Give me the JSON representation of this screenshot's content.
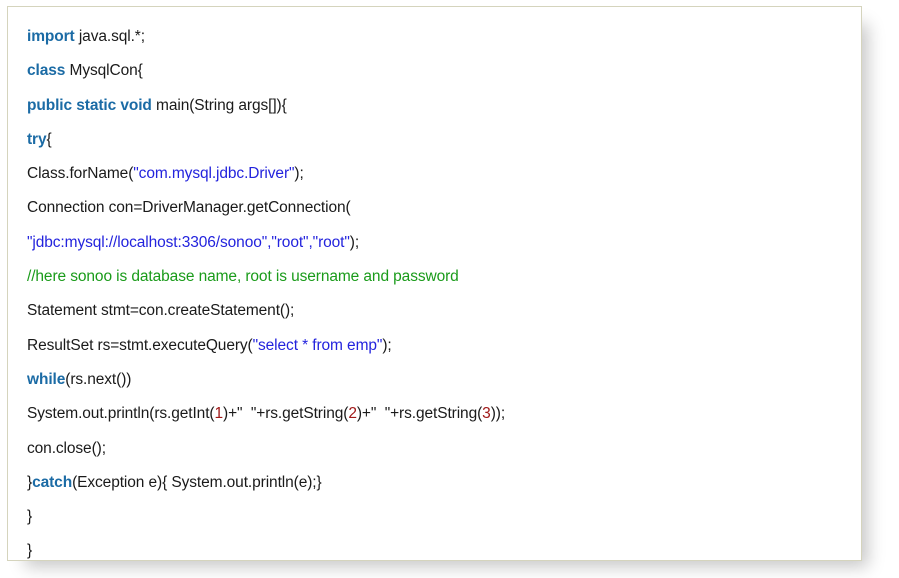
{
  "document": {
    "kind": "code-snippet",
    "language": "Java",
    "colors": {
      "background": "#ffffff",
      "border": "#d5d4bd",
      "keyword": "#1b6ba5",
      "string": "#2323dd",
      "comment": "#1a9b1a",
      "number": "#a01818",
      "text": "#1a1a1a"
    },
    "lines": [
      {
        "id": "line-1",
        "tokens": [
          {
            "t": "kw",
            "v": "import"
          },
          {
            "t": "plain",
            "v": " java.sql.*;"
          }
        ]
      },
      {
        "id": "line-2",
        "tokens": [
          {
            "t": "kw",
            "v": "class"
          },
          {
            "t": "plain",
            "v": " MysqlCon{"
          }
        ]
      },
      {
        "id": "line-3",
        "tokens": [
          {
            "t": "kw",
            "v": "public static void"
          },
          {
            "t": "plain",
            "v": " main(String args[]){"
          }
        ]
      },
      {
        "id": "line-4",
        "tokens": [
          {
            "t": "kw",
            "v": "try"
          },
          {
            "t": "plain",
            "v": "{"
          }
        ]
      },
      {
        "id": "line-5",
        "tokens": [
          {
            "t": "plain",
            "v": "Class.forName("
          },
          {
            "t": "str",
            "v": "\"com.mysql.jdbc.Driver\""
          },
          {
            "t": "plain",
            "v": ");"
          }
        ]
      },
      {
        "id": "line-6",
        "tokens": [
          {
            "t": "plain",
            "v": "Connection con=DriverManager.getConnection("
          }
        ]
      },
      {
        "id": "line-7",
        "tokens": [
          {
            "t": "str",
            "v": "\"jdbc:mysql://localhost:3306/sonoo\",\"root\",\"root\""
          },
          {
            "t": "plain",
            "v": ");"
          }
        ]
      },
      {
        "id": "line-8",
        "tokens": [
          {
            "t": "cmt",
            "v": "//here sonoo is database name, root is username and password"
          }
        ]
      },
      {
        "id": "line-9",
        "tokens": [
          {
            "t": "plain",
            "v": "Statement stmt=con.createStatement();"
          }
        ]
      },
      {
        "id": "line-10",
        "tokens": [
          {
            "t": "plain",
            "v": "ResultSet rs=stmt.executeQuery("
          },
          {
            "t": "str",
            "v": "\"select * from emp\""
          },
          {
            "t": "plain",
            "v": ");"
          }
        ]
      },
      {
        "id": "line-11",
        "tokens": [
          {
            "t": "kw",
            "v": "while"
          },
          {
            "t": "plain",
            "v": "(rs.next())"
          }
        ]
      },
      {
        "id": "line-12",
        "tokens": [
          {
            "t": "plain",
            "v": "System.out.println(rs.getInt("
          },
          {
            "t": "num",
            "v": "1"
          },
          {
            "t": "plain",
            "v": ")+\"  \"+rs.getString("
          },
          {
            "t": "num",
            "v": "2"
          },
          {
            "t": "plain",
            "v": ")+\"  \"+rs.getString("
          },
          {
            "t": "num",
            "v": "3"
          },
          {
            "t": "plain",
            "v": "));"
          }
        ]
      },
      {
        "id": "line-13",
        "tokens": [
          {
            "t": "plain",
            "v": "con.close();"
          }
        ]
      },
      {
        "id": "line-14",
        "tokens": [
          {
            "t": "plain",
            "v": "}"
          },
          {
            "t": "kw",
            "v": "catch"
          },
          {
            "t": "plain",
            "v": "(Exception e){ System.out.println(e);}"
          }
        ]
      },
      {
        "id": "line-15",
        "tokens": [
          {
            "t": "plain",
            "v": "}"
          }
        ]
      },
      {
        "id": "line-16",
        "tokens": [
          {
            "t": "plain",
            "v": "}"
          }
        ]
      }
    ]
  }
}
